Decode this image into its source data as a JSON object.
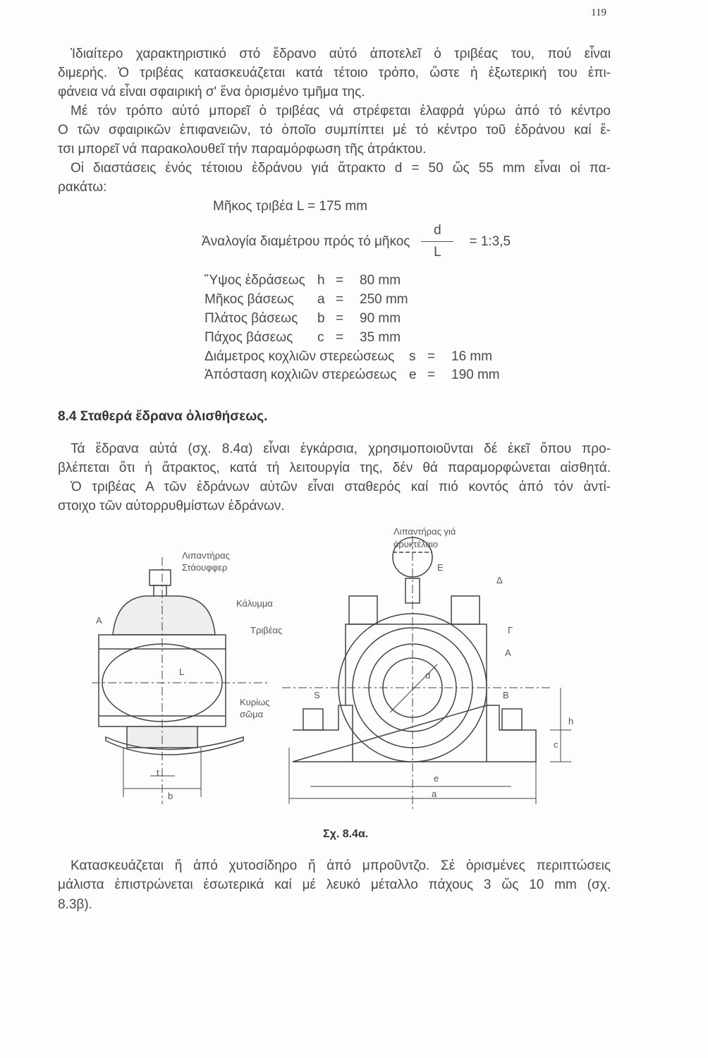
{
  "page_number": "119",
  "para1": [
    "Ἰδιαίτερο χαρακτηριστικό στό ἕδρανο αὐτό ἀποτελεῖ ὁ τριβέας του, πού εἶναι",
    "διμερής. Ὁ τριβέας κατασκευάζεται κατά τέτοιο τρόπο, ὥστε ἡ ἐξωτερική του ἐπι-",
    "φάνεια νά εἶναι σφαιρική σ' ἕνα ὁρισμένο τμῆμα της."
  ],
  "para2": [
    "Μέ τόν τρόπο αὐτό μπορεῖ ὁ τριβέας νά στρέφεται ἐλαφρά γύρω ἀπό τό κέντρο",
    "Ο τῶν σφαιρικῶν ἐπιφανειῶν, τό ὁποῖο συμπίπτει μέ τό κέντρο τοῦ ἐδράνου καί ἔ-",
    "τσι μπορεῖ νά παρακολουθεῖ τήν παραμόρφωση τῆς ἀτράκτου."
  ],
  "para3": [
    "Οἱ διαστάσεις ἑνός τέτοιου ἐδράνου γιά ἄτρακτο d = 50 ὥς 55 mm εἶναι οἱ πα-",
    "ρακάτω:"
  ],
  "formula_length": "Μῆκος τριβέα L = 175 mm",
  "ratio": {
    "label": "Ἀναλογία διαμέτρου πρός τό μῆκος",
    "num": "d",
    "den": "L",
    "value": "= 1:3,5"
  },
  "dimensions": [
    {
      "label": "Ὕψος ἐδράσεως",
      "sym": "h",
      "eq": "=",
      "val": "80 mm"
    },
    {
      "label": "Μῆκος βάσεως",
      "sym": "a",
      "eq": "=",
      "val": "250 mm"
    },
    {
      "label": "Πλάτος βάσεως",
      "sym": "b",
      "eq": "=",
      "val": "90 mm"
    },
    {
      "label": "Πάχος βάσεως",
      "sym": "c",
      "eq": "=",
      "val": "35 mm"
    },
    {
      "label": "Διάμετρος κοχλιῶν στερεώσεως",
      "sym": "s",
      "eq": "=",
      "val": "16 mm"
    },
    {
      "label": "Ἀπόσταση κοχλιῶν στερεώσεως",
      "sym": "e",
      "eq": "=",
      "val": "190 mm"
    }
  ],
  "heading": "8.4 Σταθερά ἕδρανα ὀλισθήσεως.",
  "para4": [
    "Τά ἕδρανα αὐτά (σχ. 8.4α) εἶναι ἐγκάρσια, χρησιμοποιοῦνται δέ ἐκεῖ ὅπου προ-",
    "βλέπεται ὅτι ἡ ἄτρακτος, κατά τή λειτουργία της, δέν θά παραμορφώνεται αἰσθητά.",
    "Ὁ τριβέας Α τῶν ἐδράνων αὐτῶν εἶναι σταθερός καί πιό κοντός ἀπό τόν ἀντί-",
    "στοιχο τῶν αὐτορρυθμίστων ἐδράνων."
  ],
  "figure": {
    "labels": {
      "lubricator_stauffer": [
        "Λιπαντήρας",
        "Στάουφφερ"
      ],
      "cover": "Κάλυμμα",
      "bearing_shell": "Τριβέας",
      "main_body": [
        "Κυρίως",
        "σῶμα"
      ],
      "oil_lubricator": [
        "Λιπαντήρας γιά",
        "ὀρυκτέλαιο"
      ],
      "A_left": "A",
      "L": "L",
      "t": "t",
      "b": "b",
      "E": "E",
      "Delta": "Δ",
      "Gamma": "Γ",
      "A": "A",
      "d": "d",
      "S": "S",
      "B": "B",
      "h": "h",
      "c": "c",
      "e": "e",
      "a": "a"
    },
    "caption": "Σχ. 8.4α."
  },
  "para5": [
    "Κατασκευάζεται ἤ ἀπό χυτοσίδηρο ἤ ἀπό μπροῦντζο. Σέ ὁρισμένες περιπτώσεις",
    "μάλιστα ἐπιστρώνεται ἐσωτερικά καί μέ λευκό μέταλλο πάχους 3 ὥς 10 mm (σχ.",
    "8.3β)."
  ]
}
